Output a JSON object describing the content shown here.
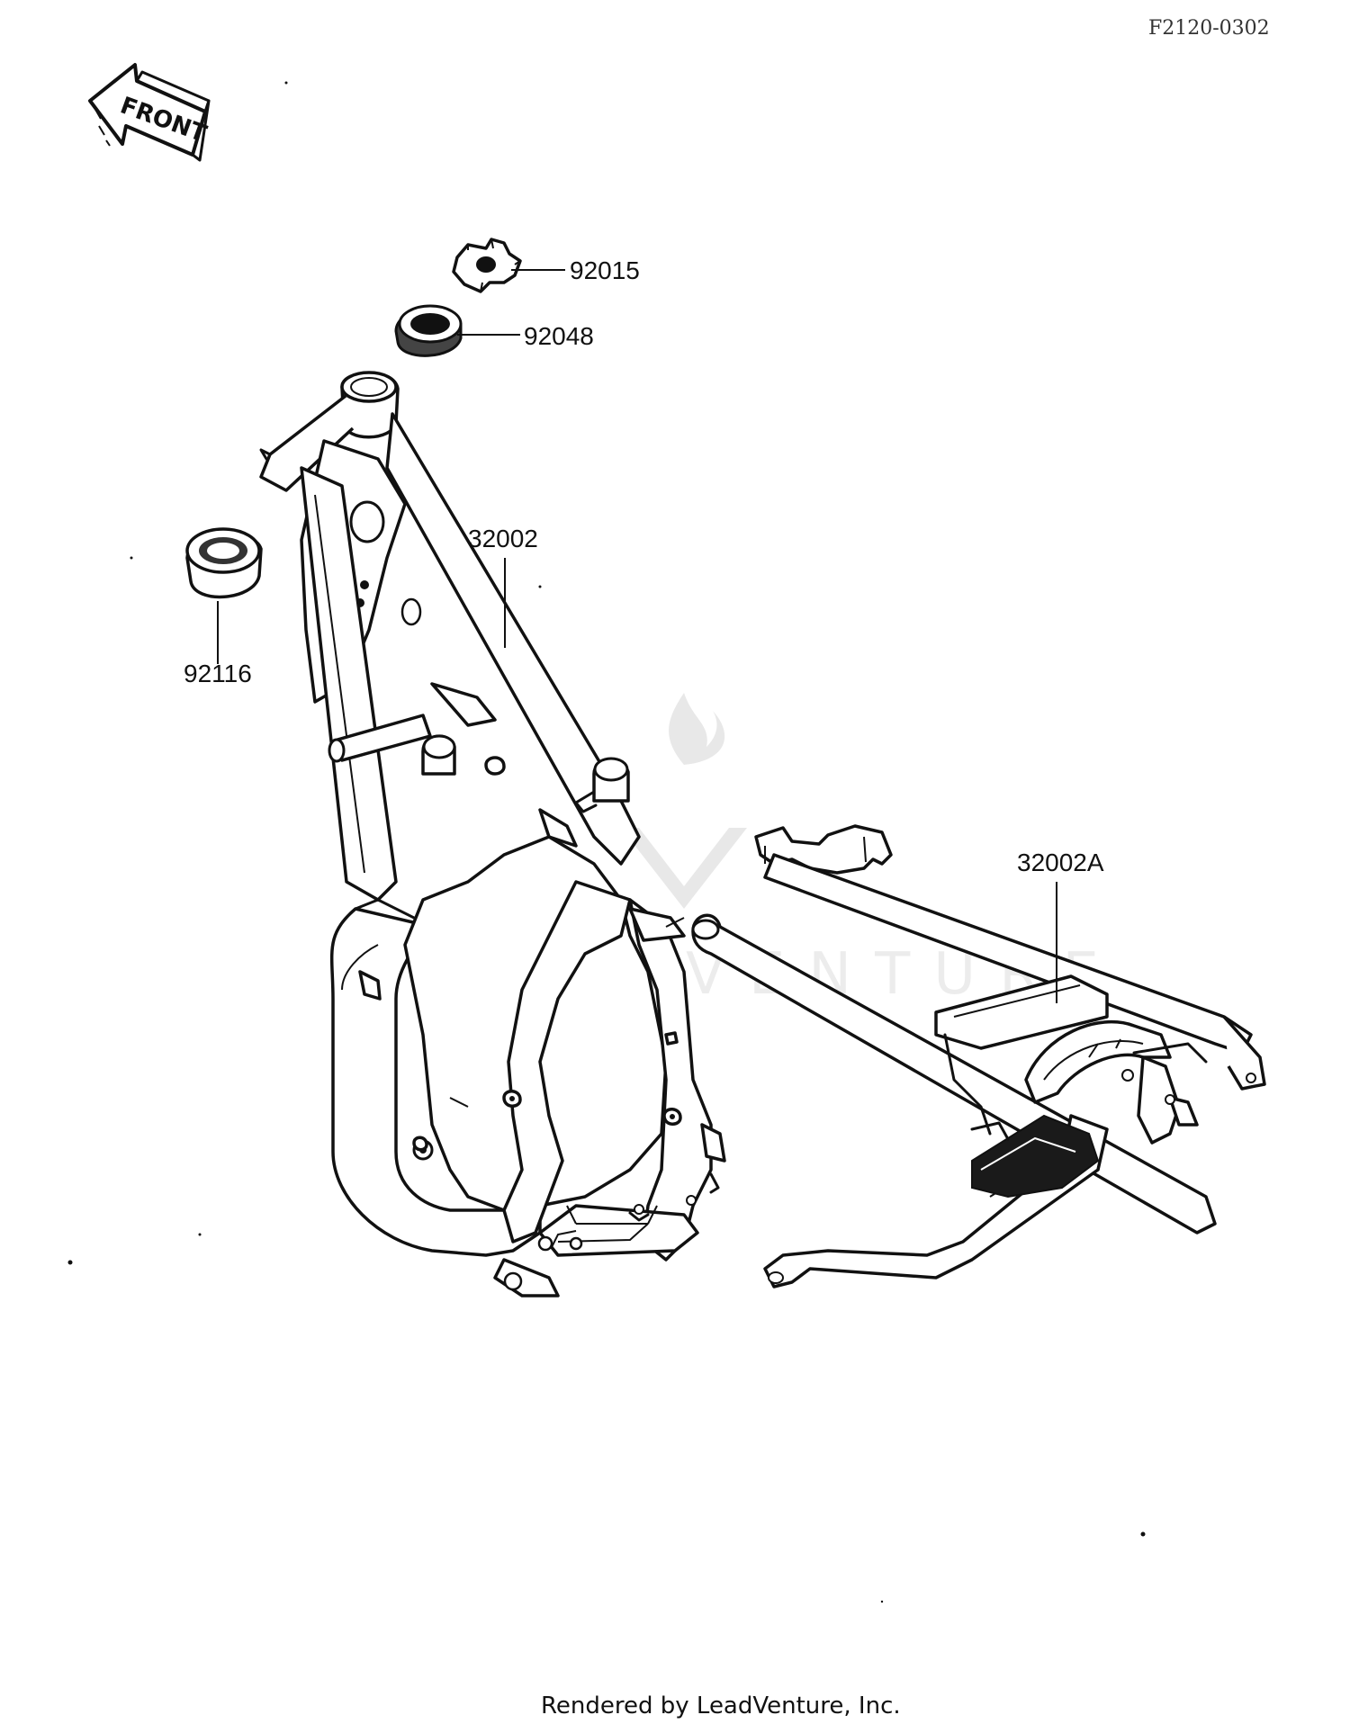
{
  "document": {
    "ref_code": "F2120-0302",
    "front_label": "FRONT",
    "footer": "Rendered by LeadVenture, Inc.",
    "watermark": "LEADVENTURE"
  },
  "parts": [
    {
      "part_number": "92015"
    },
    {
      "part_number": "92048"
    },
    {
      "part_number": "32002"
    },
    {
      "part_number": "92116"
    },
    {
      "part_number": "32002A"
    }
  ]
}
